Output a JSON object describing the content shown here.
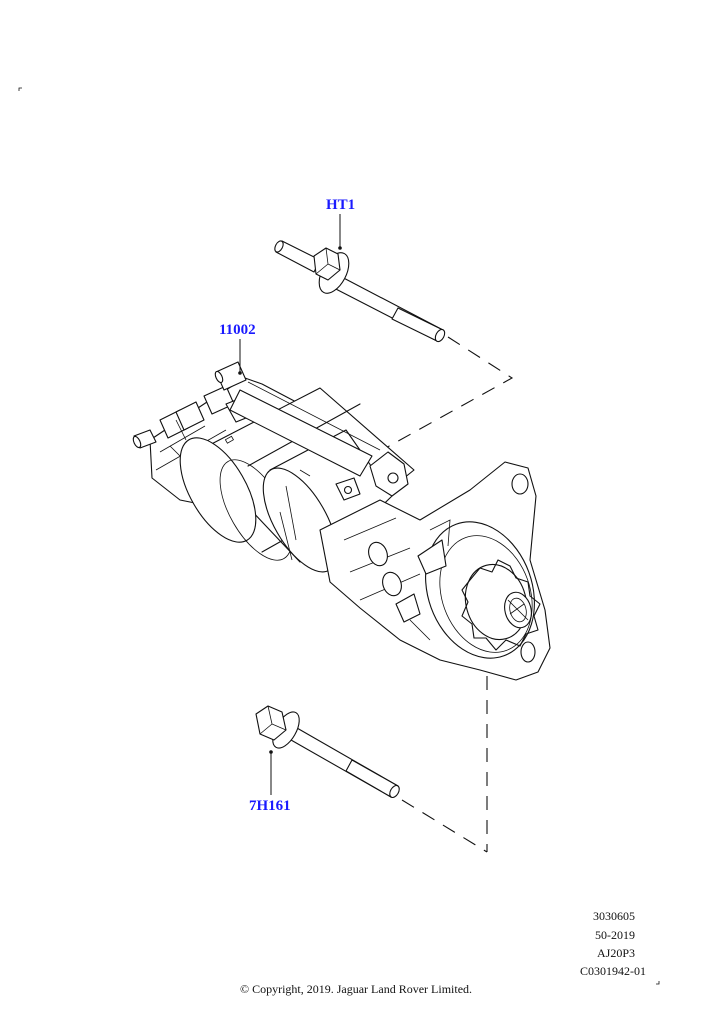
{
  "callouts": {
    "bolt_top": "HT1",
    "starter_motor": "11002",
    "bolt_bottom": "7H161"
  },
  "illustration_info": {
    "line1": "3030605",
    "line2": "50-2019",
    "line3": "AJ20P3",
    "line4": "C0301942-01"
  },
  "copyright": "© Copyright, 2019. Jaguar Land Rover Limited.",
  "colors": {
    "callout": "#1a1aff",
    "linework": "#111111",
    "background": "#ffffff"
  }
}
